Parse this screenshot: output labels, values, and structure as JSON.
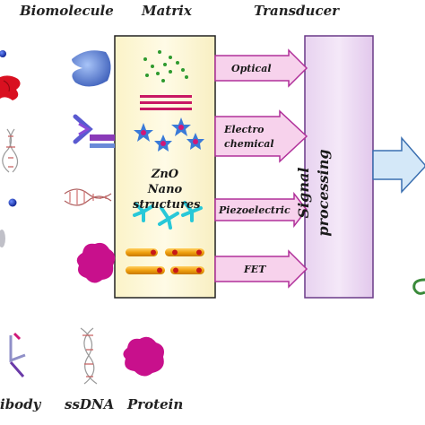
{
  "headers": {
    "biomolecule": "Biomolecule",
    "matrix": "Matrix",
    "transducer": "Transducer"
  },
  "matrix_label": {
    "line1": "ZnO Nano",
    "line2": "structures"
  },
  "transducers": [
    {
      "label": "Optical"
    },
    {
      "label_line1": "Electro",
      "label_line2": "chemical"
    },
    {
      "label": "Piezoelectric"
    },
    {
      "label": "FET"
    }
  ],
  "signal_processing": {
    "line1": "Signal",
    "line2": "processing"
  },
  "bottom_labels": {
    "antibody": "ibody",
    "ssdna": "ssDNA",
    "protein": "Protein"
  },
  "colors": {
    "matrix_fill": "#fdf8dc",
    "transducer_arrow": "#f7d2ec",
    "transducer_stroke": "#b0309a",
    "signal_box": "#ecd8f0",
    "signal_stroke": "#8e4aa8",
    "output_arrow": "#d4e8f8",
    "output_stroke": "#3a6fb0",
    "protein": "#c8108c",
    "enzyme_red": "#d91020",
    "nanorod": "#f0a818"
  }
}
